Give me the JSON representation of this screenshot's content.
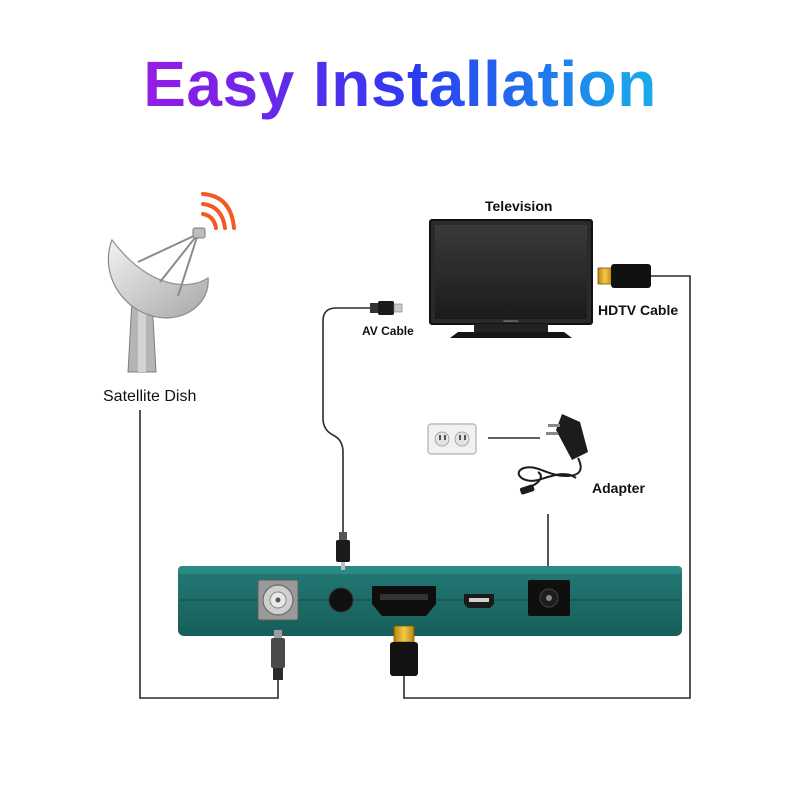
{
  "title": "Easy Installation",
  "labels": {
    "television": "Television",
    "hdtv_cable": "HDTV Cable",
    "av_cable": "AV Cable",
    "satellite_dish": "Satellite Dish",
    "adapter": "Adapter"
  },
  "tv_brand_mark": "SAMSUNG",
  "colors": {
    "receiver_body": "#1d6f6b",
    "receiver_edge": "#2a8a85",
    "signal_waves": "#f15a24",
    "cable_line": "#2b2b2b",
    "title_gradient": [
      "#c814d8",
      "#2b3bf0",
      "#17e0e4"
    ]
  },
  "icons": [
    "satellite-dish-icon",
    "signal-waves-icon",
    "television-icon",
    "wall-outlet-icon",
    "power-adapter-icon",
    "hdmi-plug-icon",
    "rca-plug-icon",
    "coax-plug-icon"
  ]
}
